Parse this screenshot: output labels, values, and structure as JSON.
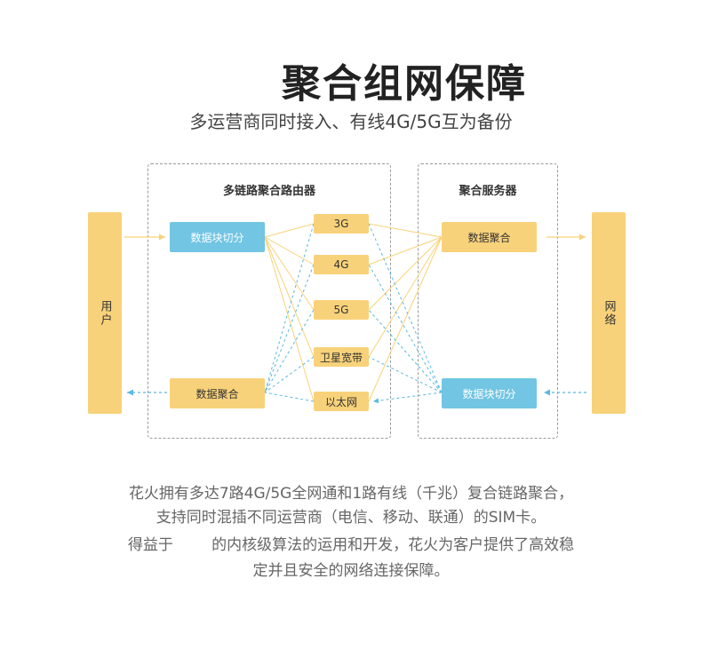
{
  "title": "聚合组网保障",
  "subtitle": "多运营商同时接入、有线4G/5G互为备份",
  "router": {
    "label": "多链路聚合路由器",
    "split_label": "数据块切分",
    "merge_label": "数据聚合",
    "links": [
      "3G",
      "4G",
      "5G",
      "卫星宽带",
      "以太网"
    ]
  },
  "server": {
    "label": "聚合服务器",
    "merge_label": "数据聚合",
    "split_label": "数据块切分"
  },
  "user_label": "用户",
  "network_label": "网络",
  "colors": {
    "yellow": "#f8d27a",
    "blue": "#72c5e3",
    "solid_line": "#f8d27a",
    "dashed_line": "#5bb8e0"
  },
  "description": [
    "花火拥有多达7路4G/5G全网通和1路有线（千兆）复合链路聚合，",
    "支持同时混插不同运营商（电信、移动、联通）的SIM卡。",
    "得益于        的内核级算法的运用和开发，花火为客户提供了高效稳",
    "定并且安全的网络连接保障。"
  ]
}
